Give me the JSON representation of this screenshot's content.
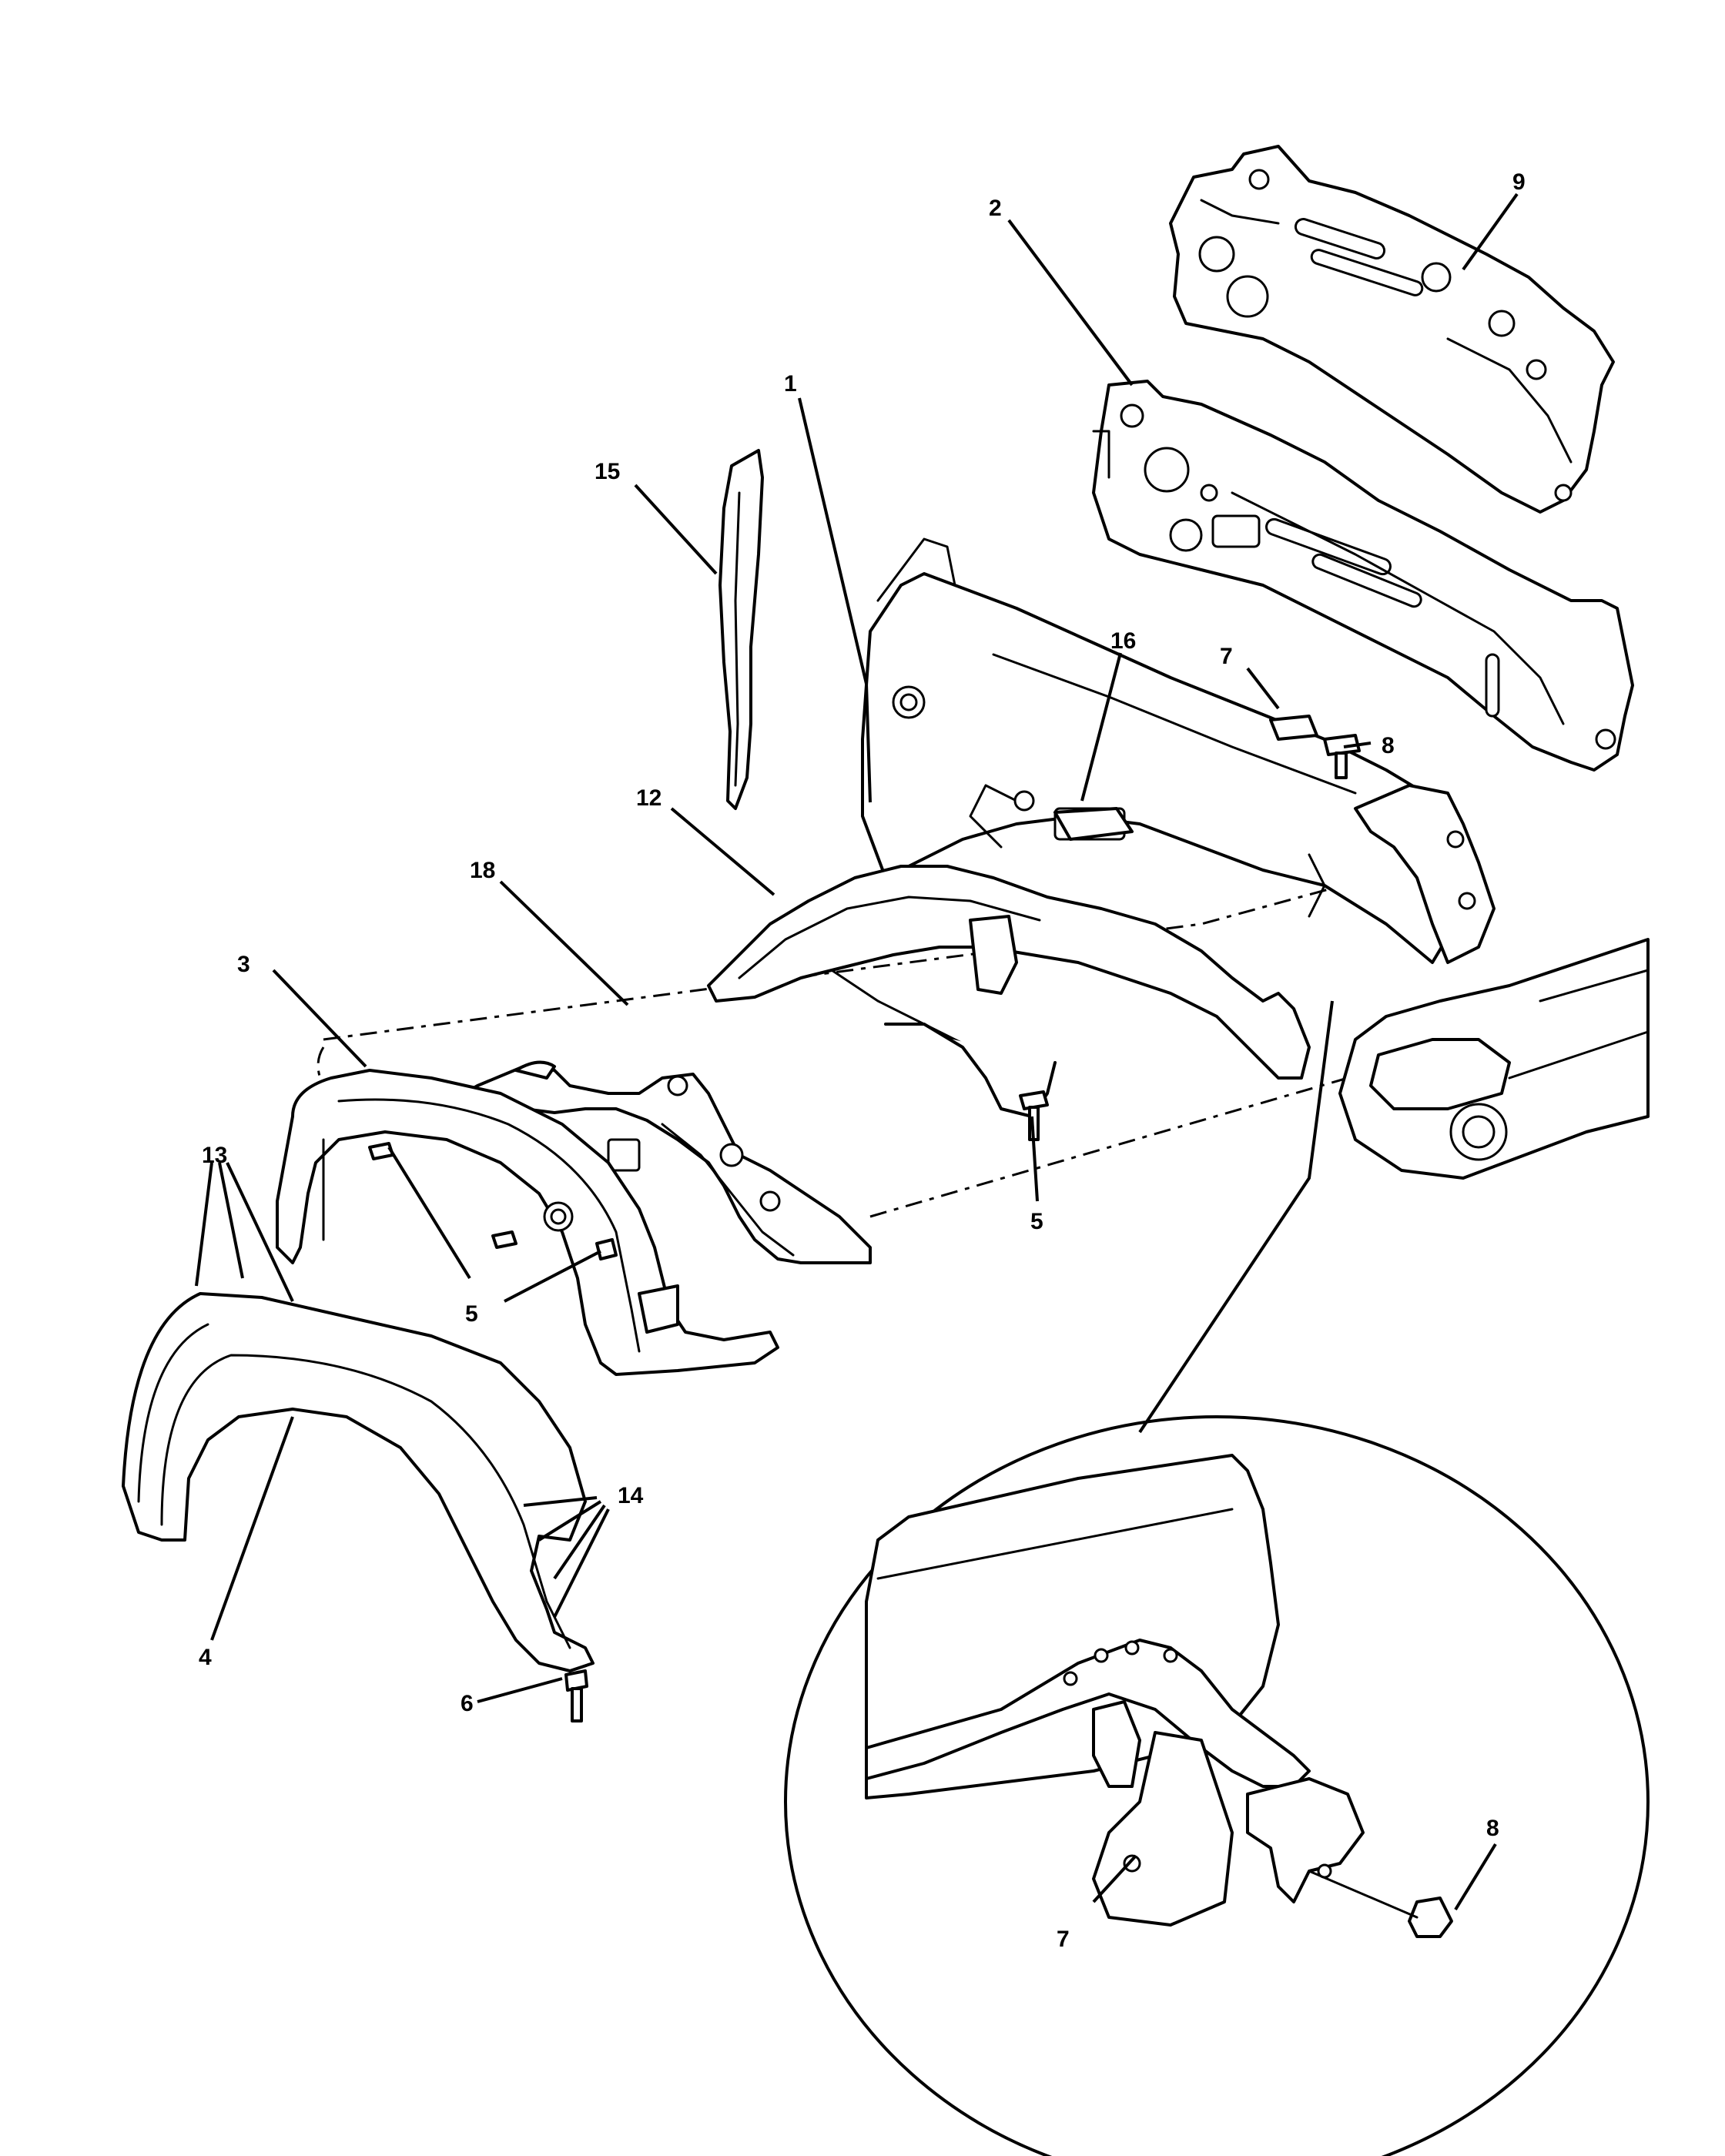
{
  "callouts": {
    "c1": "1",
    "c2": "2",
    "c3": "3",
    "c4": "4",
    "c5a": "5",
    "c5b": "5",
    "c6": "6",
    "c7a": "7",
    "c7b": "7",
    "c8a": "8",
    "c8b": "8",
    "c9": "9",
    "c12": "12",
    "c13": "13",
    "c14": "14",
    "c15": "15",
    "c16": "16",
    "c18": "18"
  },
  "colors": {
    "line": "#000000",
    "background": "#ffffff"
  }
}
